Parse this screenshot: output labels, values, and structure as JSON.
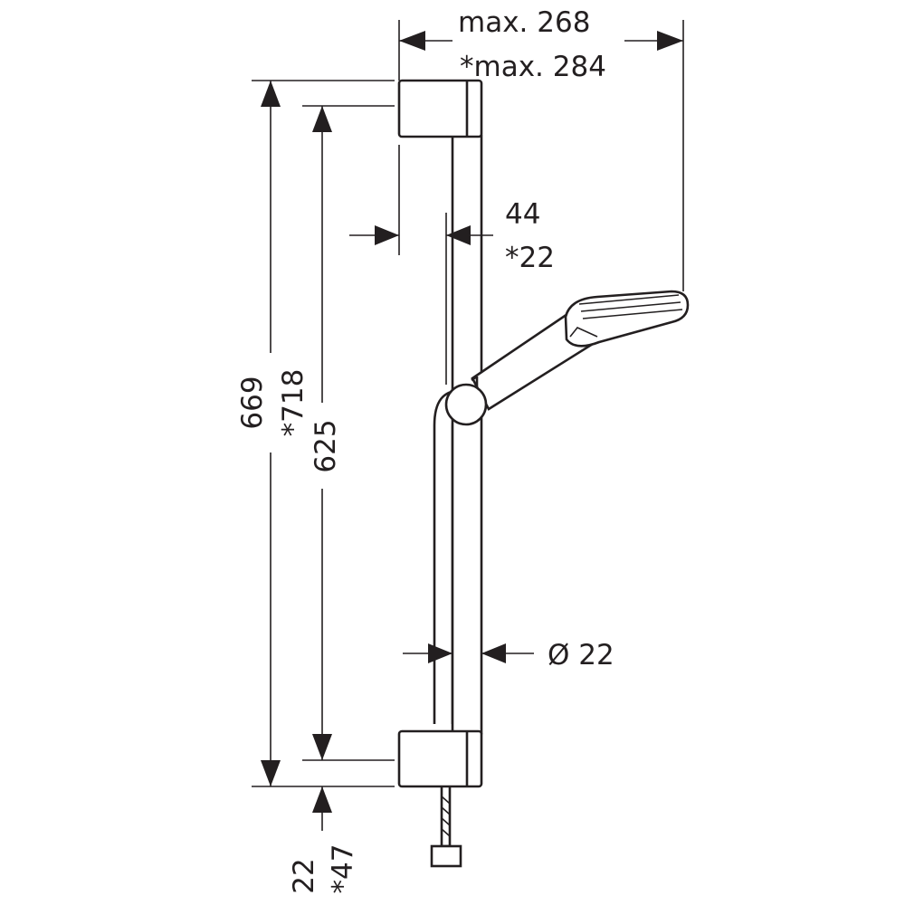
{
  "drawing": {
    "dimensions": {
      "top_width": "max. 268",
      "top_width_alt": "*max. 284",
      "wall_offset": "44",
      "wall_offset_alt": "*22",
      "rail_diameter": "Ø 22",
      "overall_height": "669",
      "overall_height_alt": "*718",
      "bracket_spacing": "625",
      "bottom_offset": "22",
      "bottom_offset_alt": "*47"
    },
    "colors": {
      "line": "#231f20",
      "background": "#ffffff"
    }
  }
}
